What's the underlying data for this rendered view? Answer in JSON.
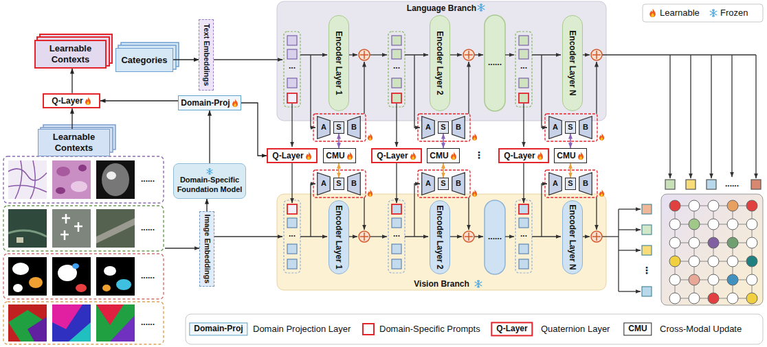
{
  "diagram": {
    "nodes": [
      {
        "text": [
          "Learnable Contexts"
        ]
      },
      {
        "text": [
          "Categories"
        ]
      },
      {
        "text": [
          "Text Embeddings"
        ]
      },
      {
        "text": [
          "Q-Layer"
        ]
      },
      {
        "text": [
          "Domain-Proj"
        ]
      },
      {
        "text": [
          "Learnable Contexts"
        ]
      },
      {
        "text": [
          "Domain-Specific Foundation Model"
        ]
      },
      {
        "text": [
          "Image Embeddings"
        ]
      },
      {
        "text": [
          "Language Branch"
        ]
      },
      {
        "text": [
          "Encoder Layer 1"
        ],
        "in": 8
      },
      {
        "text": [
          "Encoder Layer 2"
        ],
        "in": 8
      },
      {
        "text": [
          "Encoder Layer N"
        ],
        "in": 8
      },
      {
        "text": [
          "A"
        ]
      },
      {
        "text": [
          "S"
        ]
      },
      {
        "text": [
          "B"
        ]
      },
      {
        "text": [
          "Q-Layer"
        ]
      },
      {
        "text": [
          "CMU"
        ]
      },
      {
        "text": [
          "A"
        ]
      },
      {
        "text": [
          "S"
        ]
      },
      {
        "text": [
          "B"
        ]
      },
      {
        "text": [
          "A"
        ]
      },
      {
        "text": [
          "S"
        ]
      },
      {
        "text": [
          "B"
        ]
      },
      {
        "text": [
          "Q-Layer"
        ]
      },
      {
        "text": [
          "CMU"
        ]
      },
      {
        "text": [
          "A"
        ]
      },
      {
        "text": [
          "S"
        ]
      },
      {
        "text": [
          "B"
        ]
      },
      {
        "text": [
          "A"
        ]
      },
      {
        "text": [
          "S"
        ]
      },
      {
        "text": [
          "B"
        ]
      },
      {
        "text": [
          "Q-Layer"
        ]
      },
      {
        "text": [
          "CMU"
        ]
      },
      {
        "text": [
          "A"
        ]
      },
      {
        "text": [
          "S"
        ]
      },
      {
        "text": [
          "B"
        ]
      },
      {
        "text": [
          "Vision Branch"
        ]
      },
      {
        "text": [
          "Encoder Layer 1"
        ],
        "in": 36
      },
      {
        "text": [
          "Encoder Layer 2"
        ],
        "in": 36
      },
      {
        "text": [
          "Encoder Layer N"
        ],
        "in": 36
      }
    ],
    "edges": [
      {
        "from": 1,
        "to": 2,
        "arrow": "to"
      },
      {
        "from": 3,
        "to": 0,
        "arrow": "to"
      },
      {
        "from": 4,
        "to": 3,
        "arrow": "to"
      },
      {
        "from": 5,
        "to": 3,
        "arrow": "to"
      },
      {
        "from": 6,
        "to": 4,
        "arrow": "to"
      },
      {
        "from": 7,
        "to": 6,
        "arrow": "to"
      },
      {
        "from": 4,
        "to": 15,
        "arrow": "to"
      },
      {
        "from": 13,
        "to": 16,
        "arrow": "both"
      },
      {
        "from": 16,
        "to": 18,
        "arrow": "both"
      },
      {
        "from": 21,
        "to": 24,
        "arrow": "both"
      },
      {
        "from": 24,
        "to": 26,
        "arrow": "both"
      },
      {
        "from": 29,
        "to": 32,
        "arrow": "both"
      },
      {
        "from": 32,
        "to": 34,
        "arrow": "both"
      }
    ],
    "labels": [
      "Domain-Proj",
      "Q-Layer",
      "CMU",
      "......",
      "......",
      "......",
      "......",
      "...",
      "...",
      "...",
      "...",
      "...",
      "...",
      "......",
      "......",
      "⋮",
      "......",
      "⋮"
    ],
    "legend": [
      {
        "text": "Learnable"
      },
      {
        "text": "Frozen"
      },
      {
        "text": "Domain Projection Layer"
      },
      {
        "text": "Domain-Specific Prompts"
      },
      {
        "text": "Quaternion Layer"
      },
      {
        "text": "Cross-Modal Update"
      }
    ]
  }
}
